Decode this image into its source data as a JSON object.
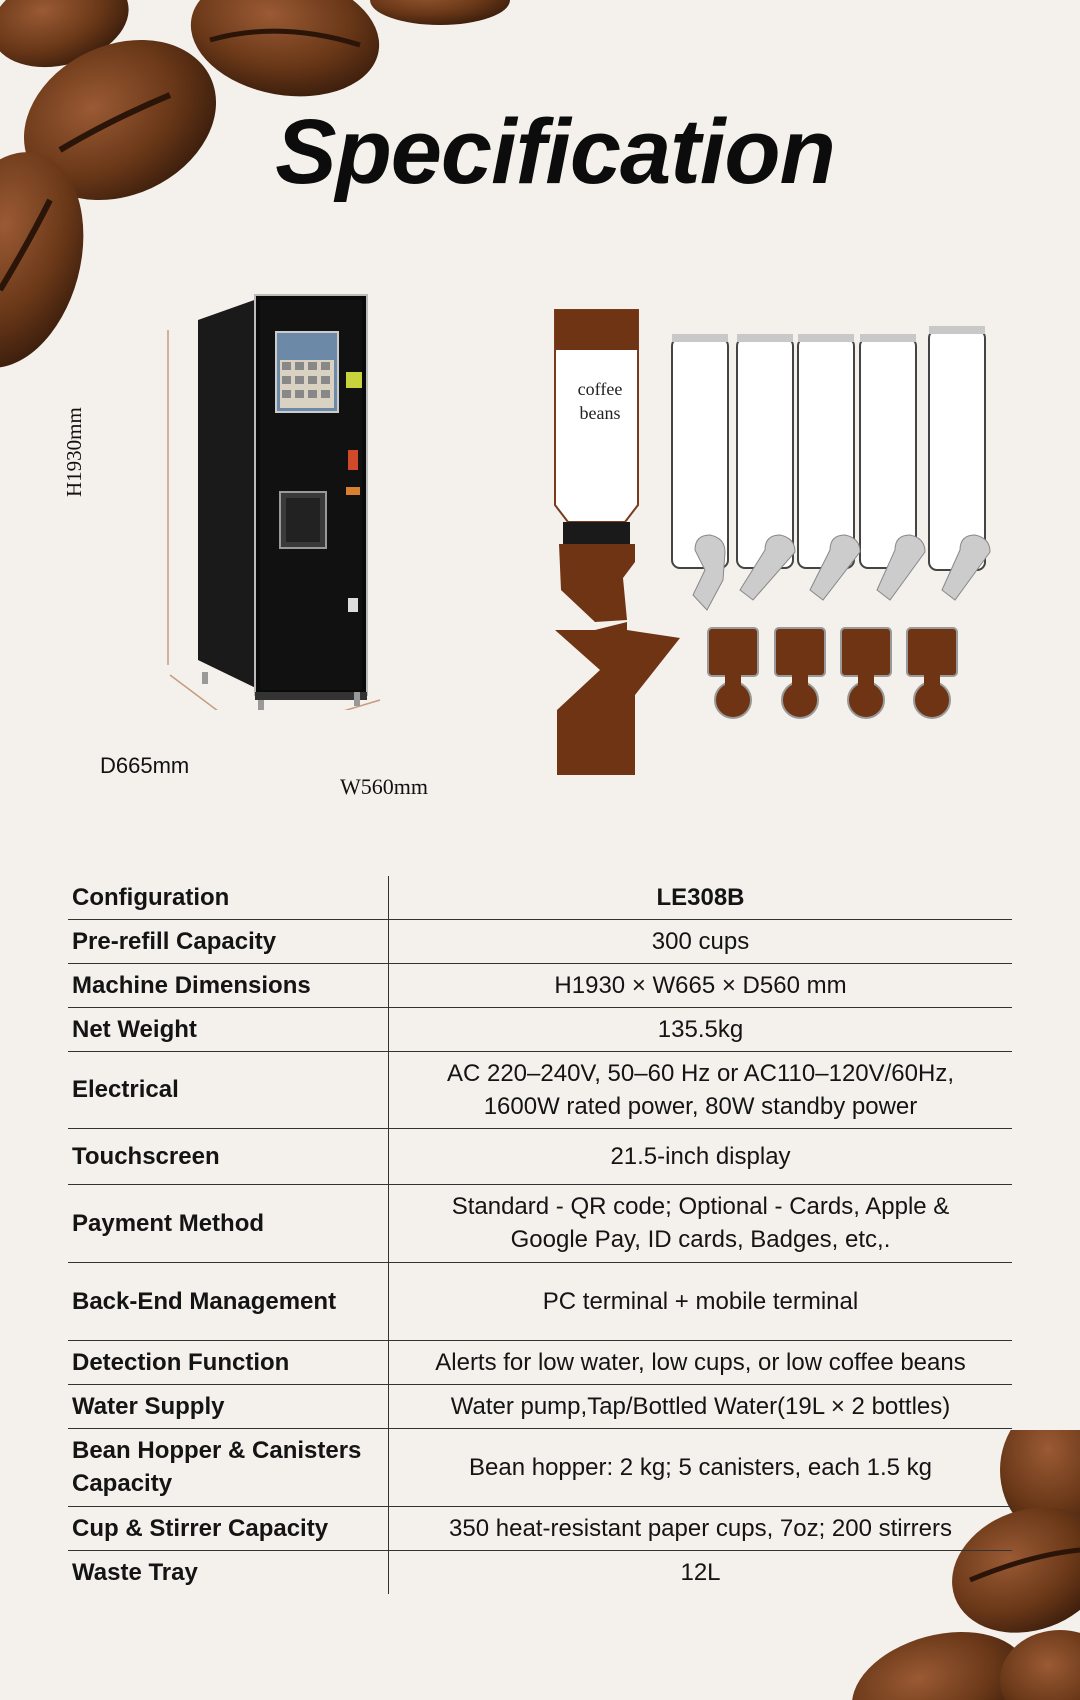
{
  "title": "Specification",
  "dimensions": {
    "height": "H1930mm",
    "depth": "D665mm",
    "width": "W560mm"
  },
  "diagram": {
    "hopper_label_line1": "coffee",
    "hopper_label_line2": "beans"
  },
  "colors": {
    "background": "#f4f1ec",
    "coffee_brown": "#6e3414",
    "canister_grey": "#c8c8c8"
  },
  "specs": [
    {
      "label": "Configuration",
      "value": "LE308B"
    },
    {
      "label": "Pre-refill Capacity",
      "value": "300 cups"
    },
    {
      "label": "Machine Dimensions",
      "value": "H1930 × W665 × D560 mm"
    },
    {
      "label": "Net Weight",
      "value": "135.5kg"
    },
    {
      "label": "Electrical",
      "value_line1": "AC 220–240V, 50–60 Hz or AC110–120V/60Hz,",
      "value_line2": "1600W rated power, 80W standby power"
    },
    {
      "label": "Touchscreen",
      "value": "21.5-inch display"
    },
    {
      "label": "Payment Method",
      "value_line1": "Standard - QR code; Optional - Cards, Apple &",
      "value_line2": "Google Pay, ID cards, Badges, etc,."
    },
    {
      "label": "Back-End Management",
      "value": "PC terminal + mobile terminal"
    },
    {
      "label": "Detection Function",
      "value": "Alerts for low water, low cups, or low coffee beans"
    },
    {
      "label": "Water Supply",
      "value": "Water pump,Tap/Bottled Water(19L × 2 bottles)"
    },
    {
      "label_line1": "Bean Hopper & Canisters",
      "label_line2": "Capacity",
      "value": "Bean hopper: 2 kg; 5 canisters, each 1.5 kg"
    },
    {
      "label": "Cup & Stirrer Capacity",
      "value": "350 heat-resistant paper cups, 7oz; 200 stirrers"
    },
    {
      "label": "Waste Tray",
      "value": "12L"
    }
  ]
}
